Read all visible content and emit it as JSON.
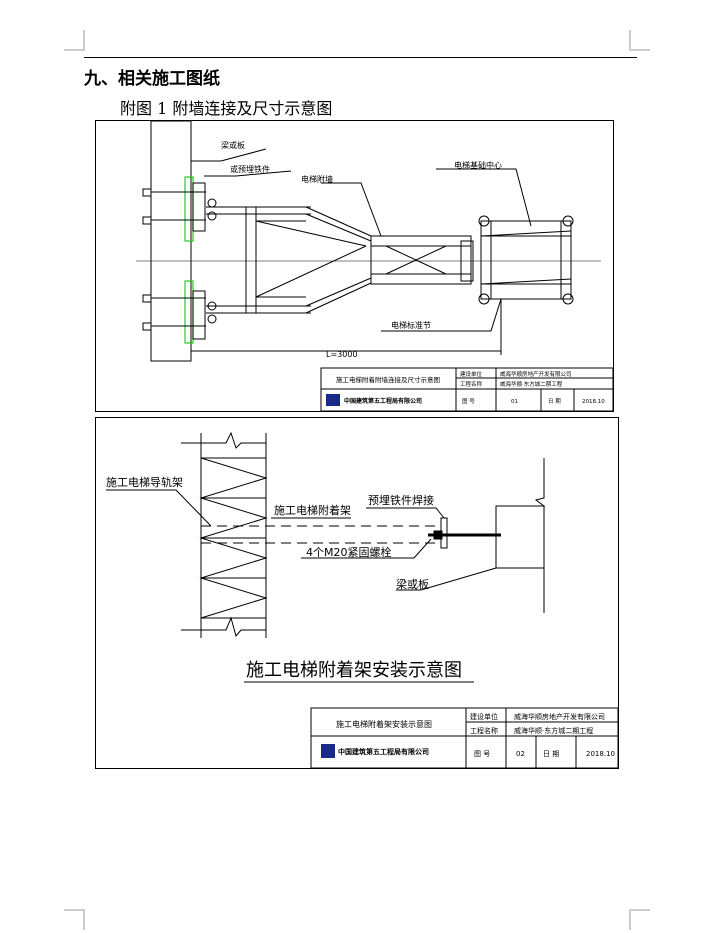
{
  "document": {
    "section_heading": "九、相关施工图纸",
    "figure_caption": "附图 1  附墙连接及尺寸示意图"
  },
  "figure1": {
    "labels": {
      "beam_slab": "梁或板",
      "embedded_part": "或预埋铁件",
      "elevator_wall_attach": "电梯附墙",
      "elevator_base_center": "电梯基础中心",
      "elevator_standard_section": "电梯标准节",
      "dimension": "L=3000"
    },
    "title_block": {
      "drawing_title": "施工电梯附着附墙连接及尺寸示意图",
      "construction_unit_label": "建设单位",
      "construction_unit_value": "威海华顺房地产开发有限公司",
      "project_name_label": "工程名称",
      "project_name_value": "威海华顺·东方城二期工程",
      "company": "中国建筑第五工程局有限公司",
      "drawing_no_label": "图 号",
      "drawing_no_value": "01",
      "date_label": "日 期",
      "date_value": "2018.10"
    }
  },
  "figure2": {
    "labels": {
      "guide_rail": "施工电梯导轨架",
      "attach_frame": "施工电梯附着架",
      "embedded_weld": "预埋铁件焊接",
      "bolts": "4个M20紧固螺栓",
      "beam_slab": "梁或板",
      "big_title": "施工电梯附着架安装示意图"
    },
    "title_block": {
      "drawing_title": "施工电梯附着架安装示意图",
      "construction_unit_label": "建设单位",
      "construction_unit_value": "威海华顺房地产开发有限公司",
      "project_name_label": "工程名称",
      "project_name_value": "威海华顺·东方城二期工程",
      "company": "中国建筑第五工程局有限公司",
      "drawing_no_label": "图 号",
      "drawing_no_value": "02",
      "date_label": "日 期",
      "date_value": "2018.10"
    }
  }
}
